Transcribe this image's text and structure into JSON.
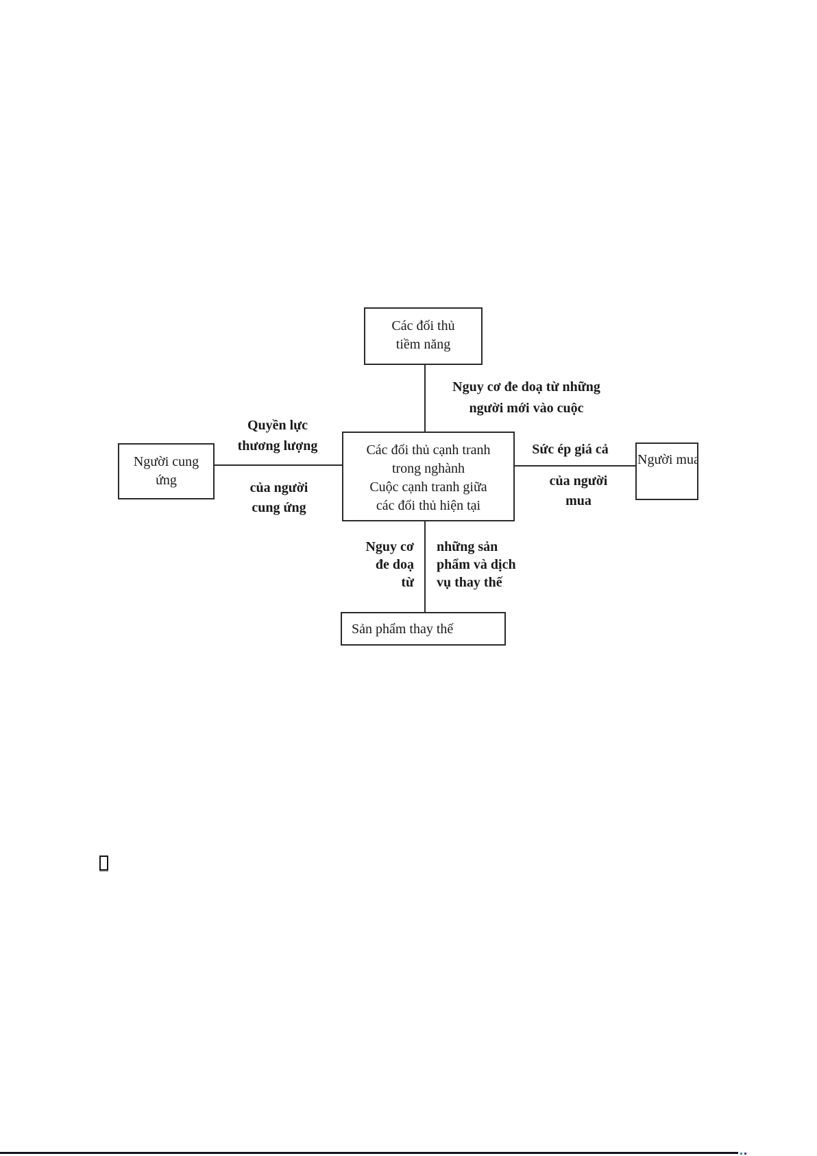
{
  "diagram": {
    "boxes": {
      "potential_entrants": "Các đối thủ\ntiềm năng",
      "suppliers": "Người cung\nứng",
      "industry_rivals": "Các đối thủ cạnh tranh\ntrong nghành\nCuộc cạnh tranh giữa\ncác đối thủ hiện tại",
      "buyers": "Người mua",
      "substitutes": "Sản phẩm thay thế"
    },
    "edge_labels": {
      "new_entrants_threat": "Nguy cơ đe doạ từ những\nngười mới vào cuộc",
      "supplier_power_above": "Quyền lực\nthương lượng",
      "supplier_power_below": "của người\ncung ứng",
      "buyer_pressure_above": "Sức ép giá cả",
      "buyer_pressure_below": "của người\nmua",
      "substitute_threat_left": "Nguy cơ\nđe doạ\ntừ",
      "substitute_threat_right": "những sản\nphẩm và dịch\nvụ thay thế"
    },
    "colors": {
      "text": "#1a1a1a",
      "box_border": "#2b2b2b",
      "bottom_rule": "#14121c"
    }
  }
}
